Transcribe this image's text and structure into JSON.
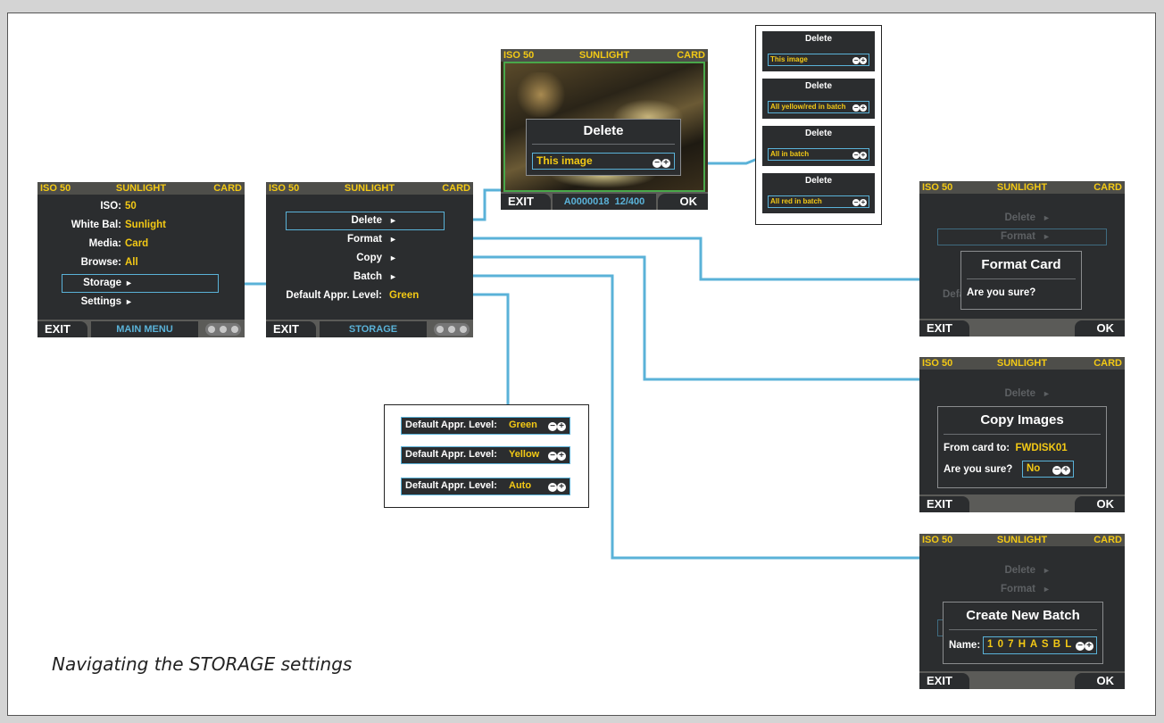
{
  "caption": "Navigating the STORAGE settings",
  "status_bar": {
    "iso": "ISO 50",
    "wb": "SUNLIGHT",
    "media": "CARD"
  },
  "arrow": "►",
  "plusminus": {
    "minus": "−",
    "plus": "+"
  },
  "main_menu": {
    "rows": [
      {
        "label": "ISO:",
        "value": "50"
      },
      {
        "label": "White Bal:",
        "value": "Sunlight"
      },
      {
        "label": "Media:",
        "value": "Card"
      },
      {
        "label": "Browse:",
        "value": "All"
      },
      {
        "label": "Storage",
        "value": ""
      },
      {
        "label": "Settings",
        "value": ""
      }
    ],
    "exit": "EXIT",
    "title": "MAIN MENU"
  },
  "storage_menu": {
    "rows": [
      "Delete",
      "Format",
      "Copy",
      "Batch"
    ],
    "appr_label": "Default Appr. Level:",
    "appr_value": "Green",
    "exit": "EXIT",
    "title": "STORAGE"
  },
  "photo_screen": {
    "dialog_title": "Delete",
    "field": "This image",
    "exit": "EXIT",
    "file": "A0000018",
    "count": "12/400",
    "ok": "OK"
  },
  "delete_options": [
    {
      "title": "Delete",
      "option": "This image"
    },
    {
      "title": "Delete",
      "option": "All yellow/red in batch"
    },
    {
      "title": "Delete",
      "option": "All in batch"
    },
    {
      "title": "Delete",
      "option": "All red in batch"
    }
  ],
  "appr_options": [
    {
      "label": "Default Appr. Level:",
      "value": "Green"
    },
    {
      "label": "Default Appr. Level:",
      "value": "Yellow"
    },
    {
      "label": "Default Appr. Level:",
      "value": "Auto"
    }
  ],
  "format_screen": {
    "bg_rows": [
      "Delete",
      "Format"
    ],
    "bg_partial": "Defa",
    "dialog_title": "Format Card",
    "question": "Are you sure?",
    "exit": "EXIT",
    "ok": "OK"
  },
  "copy_screen": {
    "bg_rows": [
      "Delete"
    ],
    "dialog_title": "Copy Images",
    "from_label": "From card to:",
    "from_value": "FWDISK01",
    "question": "Are you sure?",
    "answer": "No",
    "exit": "EXIT",
    "ok": "OK"
  },
  "batch_screen": {
    "bg_rows": [
      "Delete",
      "Format"
    ],
    "dialog_title": "Create New Batch",
    "name_label": "Name:",
    "name_value": "1 0 7 H A S B L",
    "exit": "EXIT",
    "ok": "OK"
  },
  "colors": {
    "accent_blue": "#5ab2d8",
    "value_yellow": "#f3c915",
    "screen_bg": "#2b2d2f",
    "status_bg": "#4e4e4a"
  }
}
